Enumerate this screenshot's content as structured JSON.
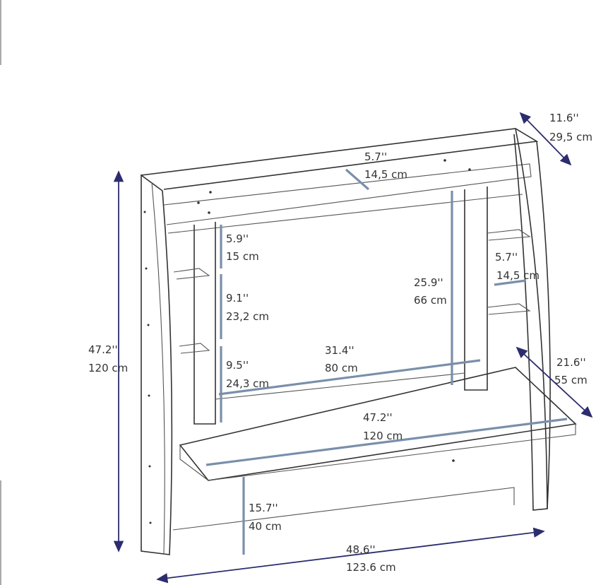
{
  "colors": {
    "measure_line": "#7a8faa",
    "arrow": "#2c2c6e",
    "outline": "#333333"
  },
  "dimensions": {
    "depth_top": {
      "in": "11.6''",
      "cm": "29,5 cm"
    },
    "top_shelf": {
      "in": "5.7''",
      "cm": "14,5 cm"
    },
    "left_shelf_1": {
      "in": "5.9''",
      "cm": "15 cm"
    },
    "left_shelf_2": {
      "in": "9.1''",
      "cm": "23,2 cm"
    },
    "left_shelf_3": {
      "in": "9.5''",
      "cm": "24,3 cm"
    },
    "inner_width": {
      "in": "31.4''",
      "cm": "80 cm"
    },
    "inner_height": {
      "in": "25.9''",
      "cm": "66 cm"
    },
    "right_shelf": {
      "in": "5.7''",
      "cm": "14,5 cm"
    },
    "desk_depth": {
      "in": "21.6''",
      "cm": "55 cm"
    },
    "desk_width": {
      "in": "47.2''",
      "cm": "120 cm"
    },
    "total_height": {
      "in": "47.2''",
      "cm": "120 cm"
    },
    "under_desk": {
      "in": "15.7''",
      "cm": "40 cm"
    },
    "total_width": {
      "in": "48.6''",
      "cm": "123.6 cm"
    }
  }
}
